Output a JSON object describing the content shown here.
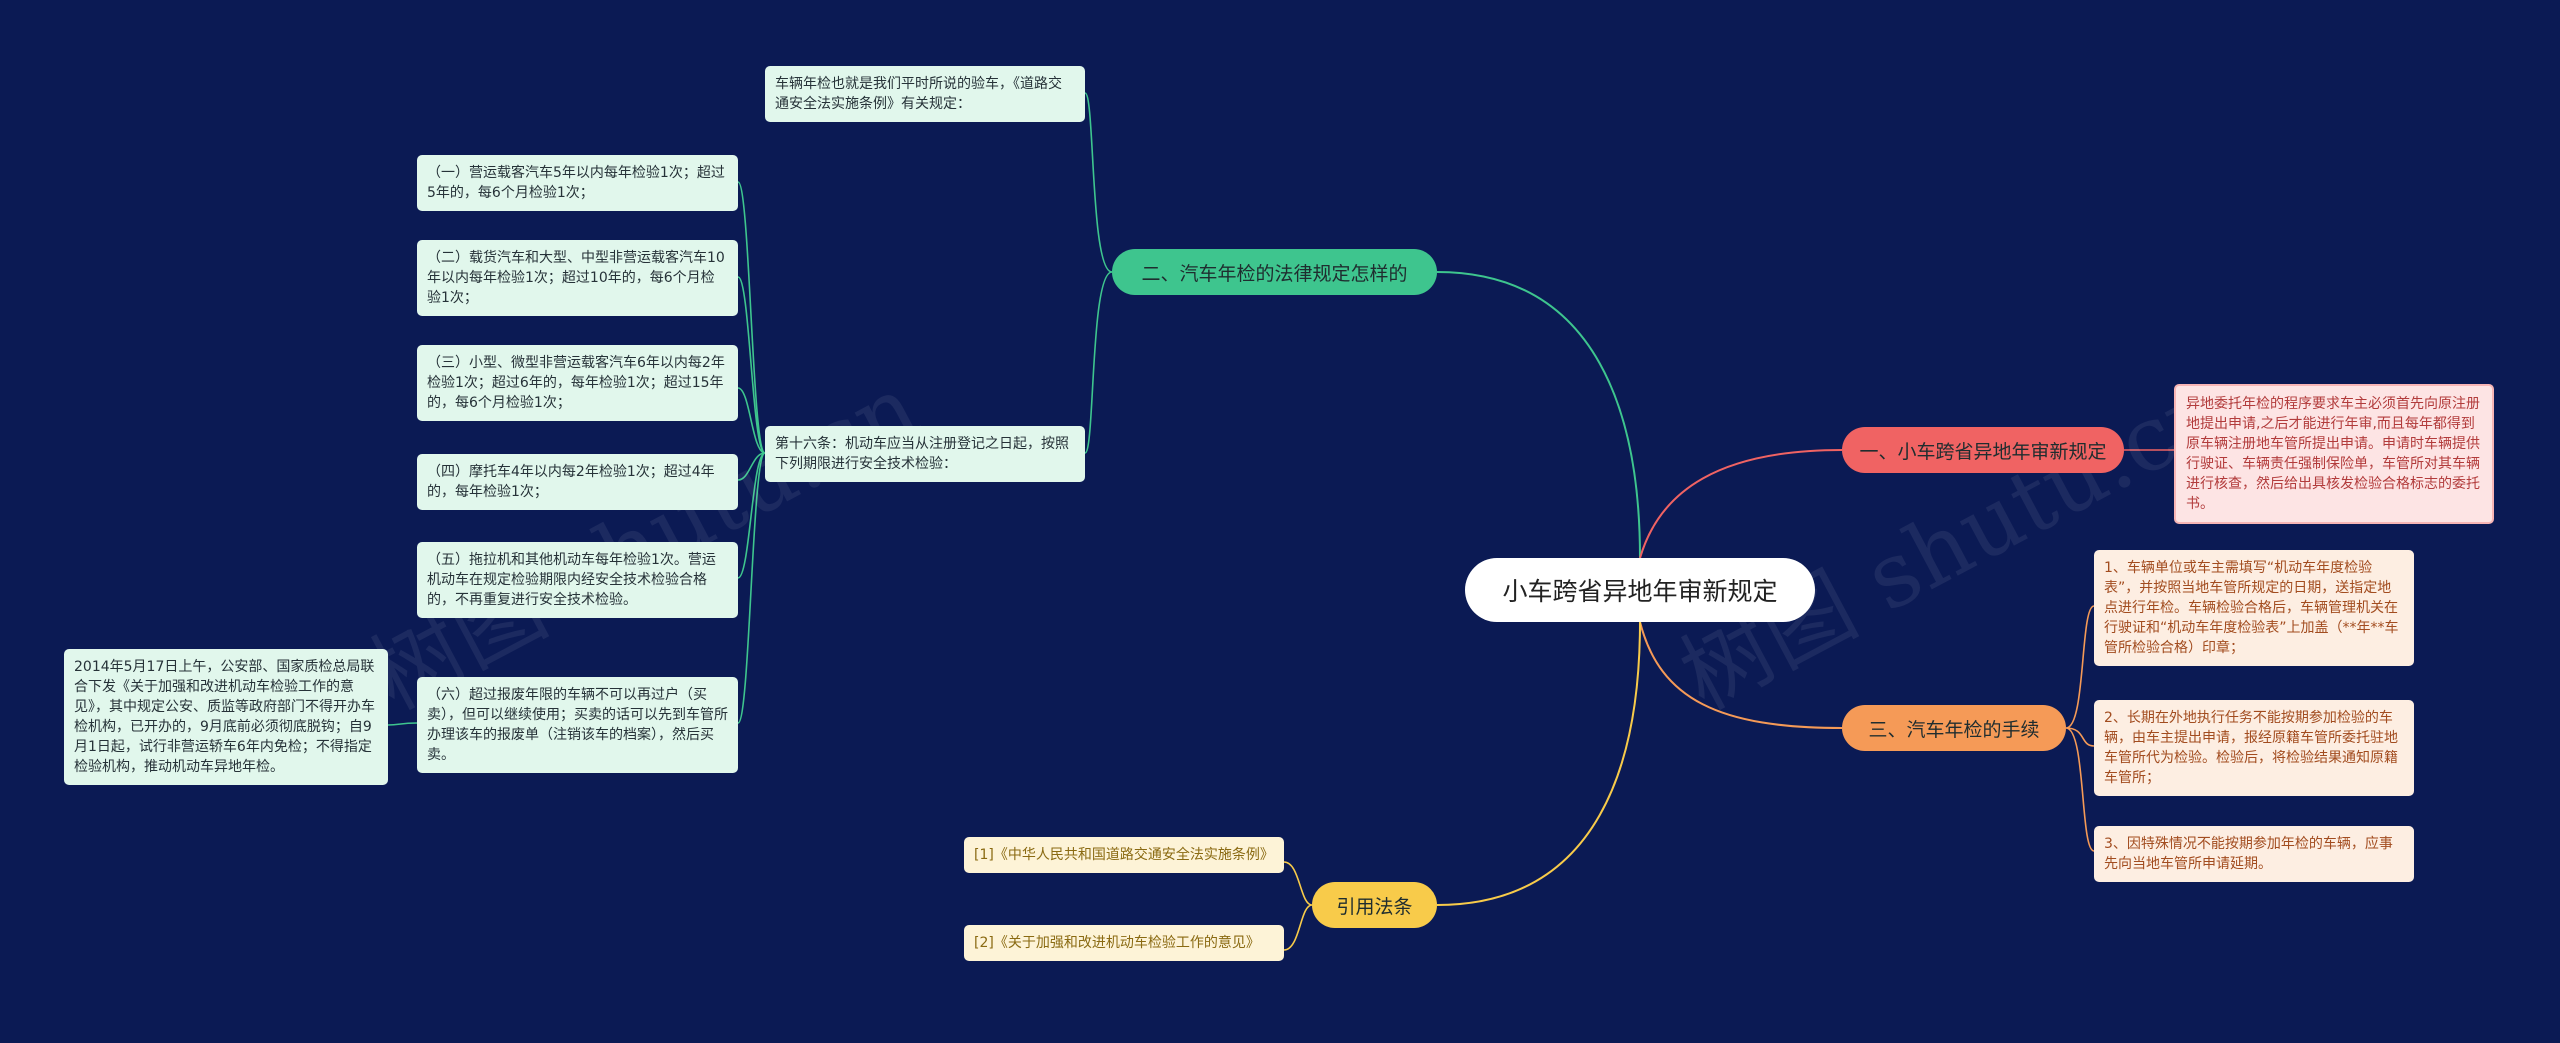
{
  "center": {
    "label": "小车跨省异地年审新规定"
  },
  "branches": {
    "legal": {
      "label": "二、汽车年检的法律规定怎样的",
      "color": "#3ec58e",
      "intro": "车辆年检也就是我们平时所说的验车，《道路交通安全法实施条例》有关规定：",
      "article": "第十六条：机动车应当从注册登记之日起，按照下列期限进行安全技术检验：",
      "items": [
        "（一）营运载客汽车5年以内每年检验1次；超过5年的，每6个月检验1次；",
        "（二）载货汽车和大型、中型非营运载客汽车10年以内每年检验1次；超过10年的，每6个月检验1次；",
        "（三）小型、微型非营运载客汽车6年以内每2年检验1次；超过6年的，每年检验1次；超过15年的，每6个月检验1次；",
        "（四）摩托车4年以内每2年检验1次；超过4年的，每年检验1次；",
        "（五）拖拉机和其他机动车每年检验1次。营运机动车在规定检验期限内经安全技术检验合格的，不再重复进行安全技术检验。",
        "（六）超过报废年限的车辆不可以再过户（买卖），但可以继续使用；买卖的话可以先到车管所办理该车的报废单（注销该车的档案），然后买卖。"
      ],
      "note": "2014年5月17日上午，公安部、国家质检总局联合下发《关于加强和改进机动车检验工作的意见》，其中规定公安、质监等政府部门不得开办车检机构，已开办的，9月底前必须彻底脱钩；自9月1日起，试行非营运轿车6年内免检；不得指定检验机构，推动机动车异地年检。"
    },
    "rule": {
      "label": "一、小车跨省异地年审新规定",
      "color": "#f06363",
      "text": "异地委托年检的程序要求车主必须首先向原注册地提出申请,之后才能进行年审,而且每年都得到原车辆注册地车管所提出申请。申请时车辆提供行驶证、车辆责任强制保险单，车管所对其车辆进行核查，然后给出具核发检验合格标志的委托书。"
    },
    "procedure": {
      "label": "三、汽车年检的手续",
      "color": "#f59a57",
      "items": [
        "1、车辆单位或车主需填写“机动车年度检验表”，并按照当地车管所规定的日期，送指定地点进行年检。车辆检验合格后，车辆管理机关在行驶证和“机动车年度检验表”上加盖（**年**车管所检验合格）印章；",
        "2、长期在外地执行任务不能按期参加检验的车辆，由车主提出申请，报经原籍车管所委托驻地车管所代为检验。检验后，将检验结果通知原籍车管所；",
        "3、因特殊情况不能按期参加年检的车辆，应事先向当地车管所申请延期。"
      ]
    },
    "refs": {
      "label": "引用法条",
      "color": "#f8cb4a",
      "items": [
        "[1]《中华人民共和国道路交通安全法实施条例》",
        "[2]《关于加强和改进机动车检验工作的意见》"
      ]
    }
  },
  "watermarks": [
    "树图 shutu.cn",
    "树图 shutu.cn"
  ]
}
